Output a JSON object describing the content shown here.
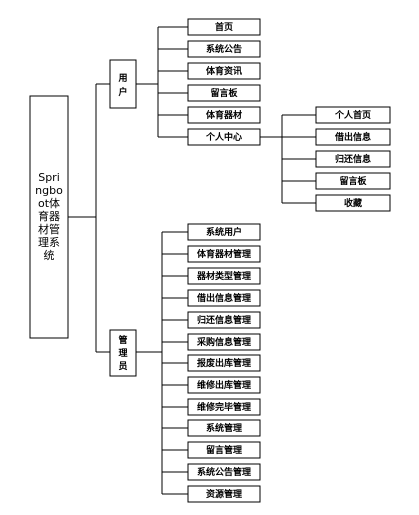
{
  "root": {
    "label_lines": [
      "Spri",
      "ngbo",
      "ot体",
      "育器",
      "材管",
      "理系",
      "统"
    ]
  },
  "user": {
    "label_lines": [
      "用",
      "户"
    ],
    "items": [
      "首页",
      "系统公告",
      "体育资讯",
      "留言板",
      "体育器材",
      "个人中心"
    ],
    "personal_center": {
      "items": [
        "个人首页",
        "借出信息",
        "归还信息",
        "留言板",
        "收藏"
      ]
    }
  },
  "admin": {
    "label_lines": [
      "管",
      "理",
      "员"
    ],
    "items": [
      "系统用户",
      "体育器材管理",
      "器材类型管理",
      "借出信息管理",
      "归还信息管理",
      "采购信息管理",
      "报废出库管理",
      "维修出库管理",
      "维修完毕管理",
      "系统管理",
      "留言管理",
      "系统公告管理",
      "资源管理"
    ]
  }
}
